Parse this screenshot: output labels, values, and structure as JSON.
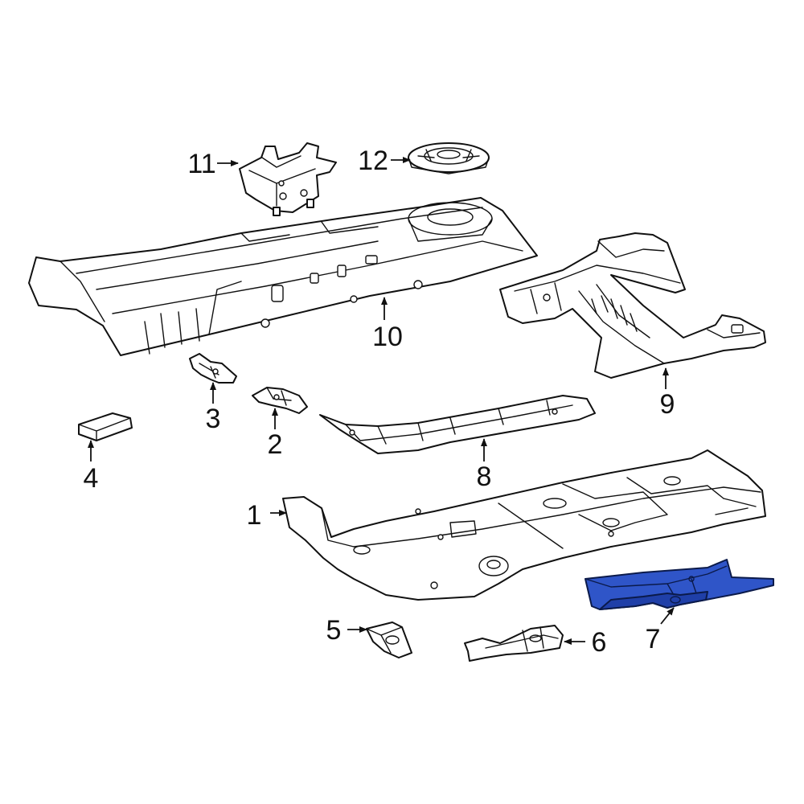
{
  "callouts": {
    "c1": "1",
    "c2": "2",
    "c3": "3",
    "c4": "4",
    "c5": "5",
    "c6": "6",
    "c7": "7",
    "c8": "8",
    "c9": "9",
    "c10": "10",
    "c11": "11",
    "c12": "12"
  },
  "highlight": {
    "part": "7",
    "fill_color": "#2f55c8",
    "shade_color": "#1f3fa8"
  },
  "colors": {
    "line": "#111111",
    "background": "#ffffff"
  }
}
